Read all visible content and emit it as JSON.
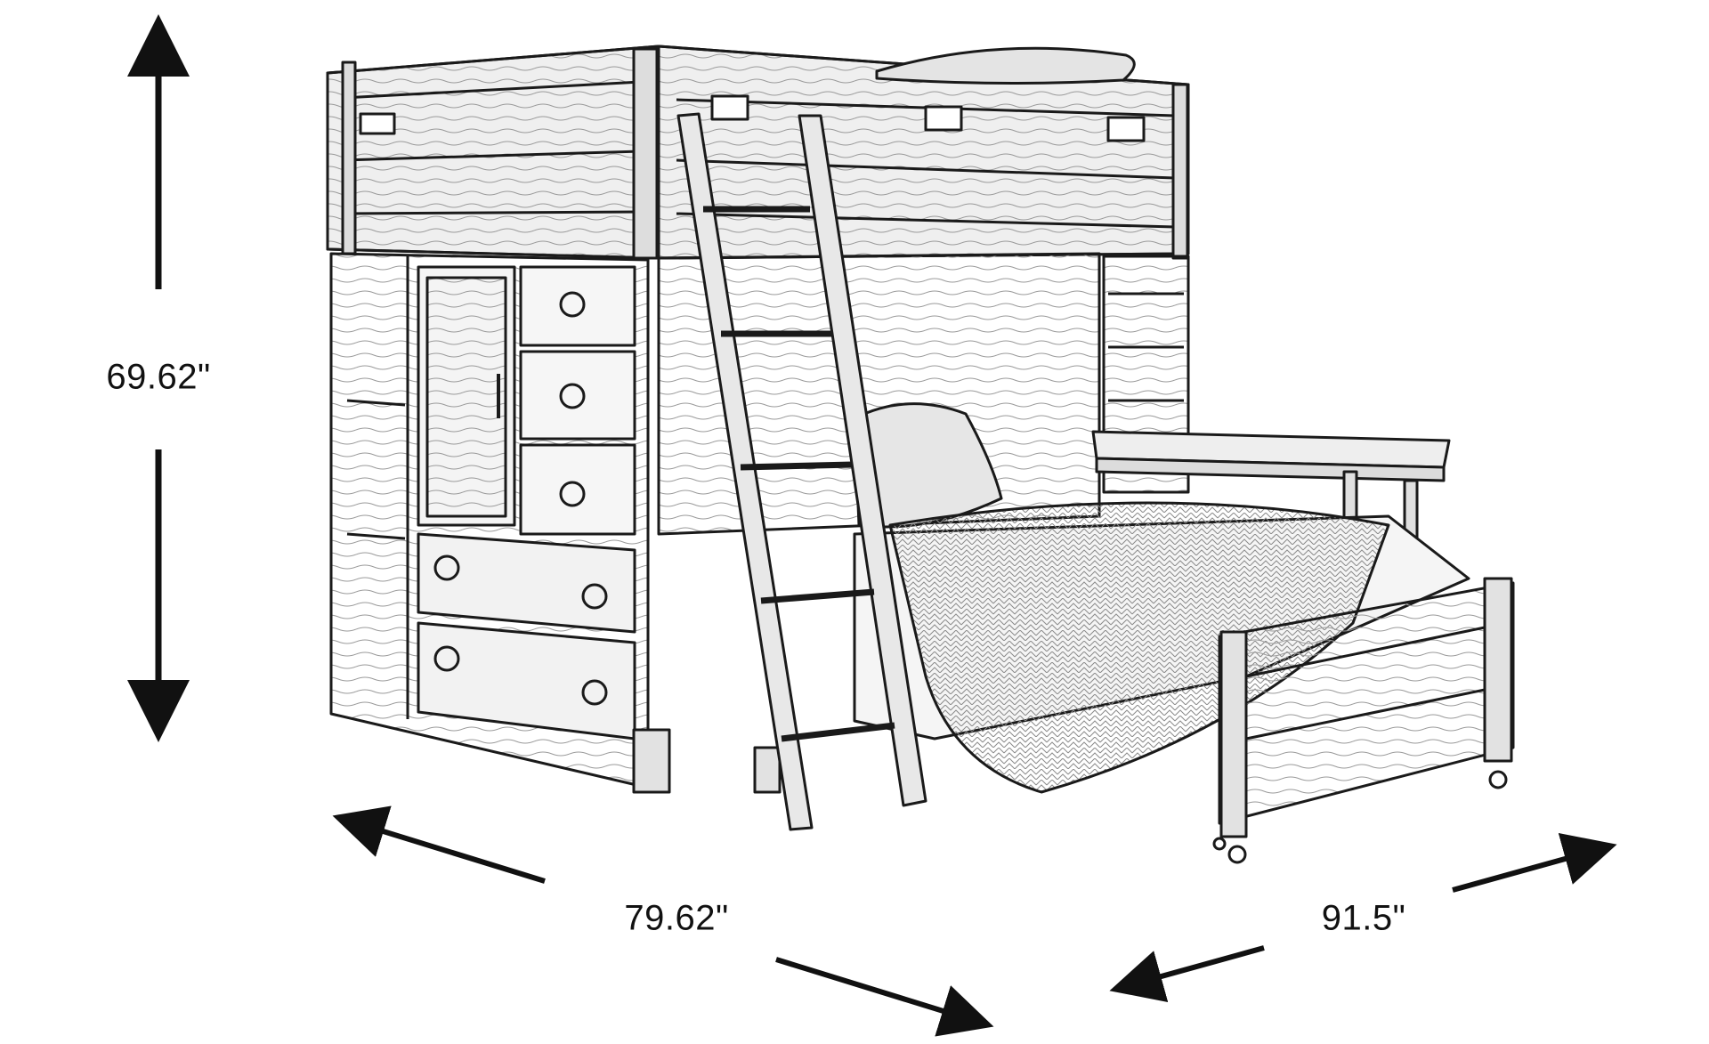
{
  "dimensions": {
    "height": "69.62\"",
    "width": "79.62\"",
    "depth": "91.5\""
  },
  "colors": {
    "line": "#1a1a1a",
    "shade": "#cfcfcf",
    "background": "#ffffff"
  }
}
